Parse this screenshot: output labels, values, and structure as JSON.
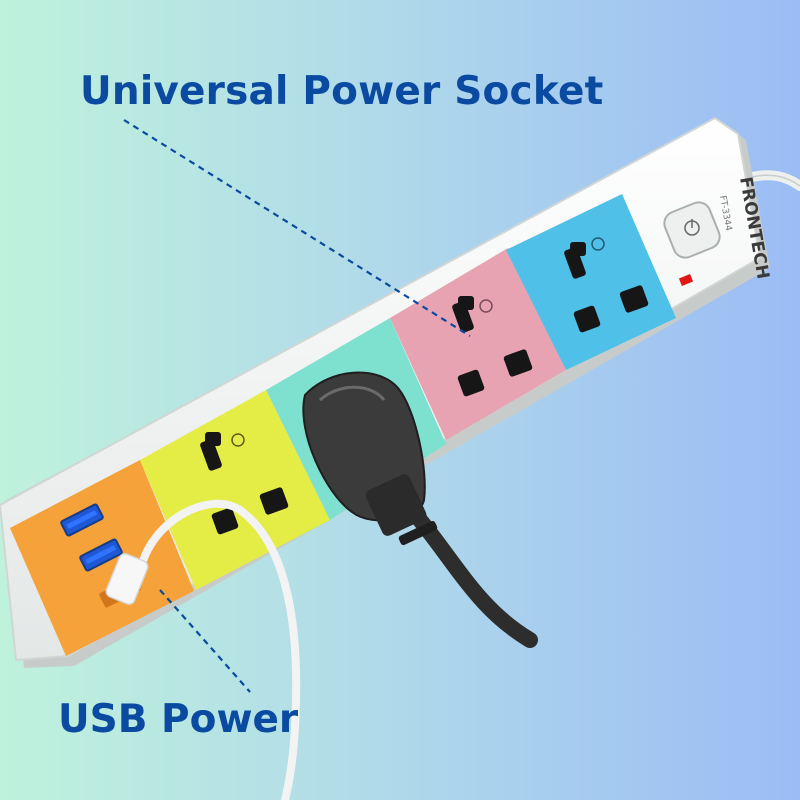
{
  "labels": {
    "universal_socket": "Universal Power Socket",
    "usb_power": "USB Power"
  },
  "product": {
    "brand": "FRONTECH",
    "model": "FT-3344"
  },
  "socket_colors": [
    "#f5a23a",
    "#e4ec46",
    "#7ee0cf",
    "#e8a3b2",
    "#4fc0e8"
  ],
  "colors": {
    "label_text": "#0a4aa0",
    "leader_line": "#0a4aa0",
    "background_left": "#bff2dc",
    "background_right": "#9bbcf5",
    "strip_body": "#f4f6f4",
    "indicator": "#e01616"
  }
}
